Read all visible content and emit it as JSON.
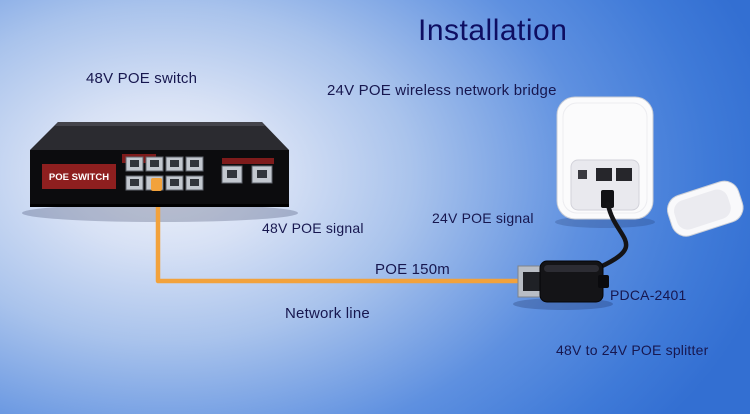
{
  "title": "Installation",
  "labels": {
    "switch": "48V POE switch",
    "bridge": "24V POE wireless network bridge",
    "signal48": "48V POE signal",
    "signal24": "24V POE signal",
    "poe150": "POE 150m",
    "model": "PDCA-2401",
    "network_line": "Network line",
    "splitter": "48V to 24V POE splitter",
    "faceplate": "POE SWITCH"
  },
  "colors": {
    "background_blue": "#336fd2",
    "cable_orange": "#f2a23c",
    "faceplate_red": "#8e1f1f",
    "title_text": "#0e0e62"
  }
}
